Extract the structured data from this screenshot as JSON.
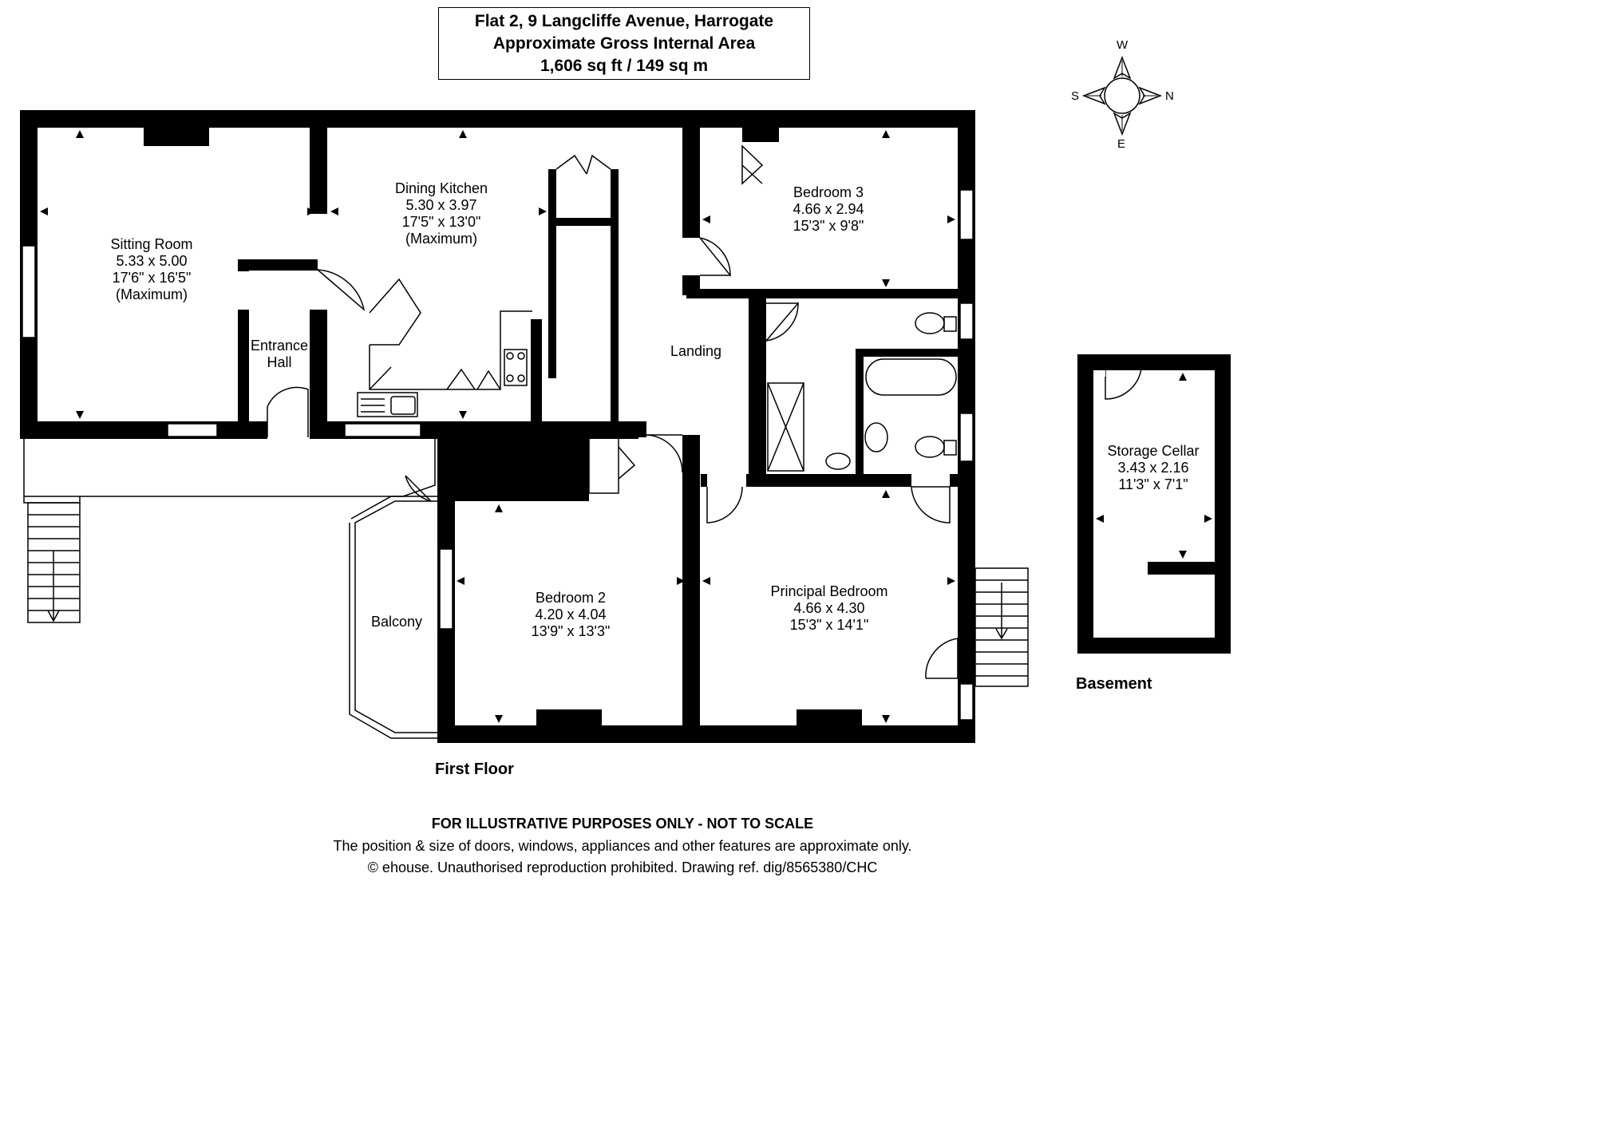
{
  "header": {
    "address": "Flat 2, 9 Langcliffe Avenue, Harrogate",
    "area_caption": "Approximate Gross Internal Area",
    "area_value": "1,606 sq ft / 149 sq m"
  },
  "compass": {
    "w": "W",
    "s": "S",
    "n": "N",
    "e": "E"
  },
  "rooms": {
    "sitting_room": {
      "name": "Sitting Room",
      "metric": "5.33 x 5.00",
      "imperial": "17'6\" x 16'5\"",
      "note": "(Maximum)"
    },
    "dining_kitchen": {
      "name": "Dining Kitchen",
      "metric": "5.30 x 3.97",
      "imperial": "17'5\" x 13'0\"",
      "note": "(Maximum)"
    },
    "bedroom_3": {
      "name": "Bedroom 3",
      "metric": "4.66 x 2.94",
      "imperial": "15'3\" x 9'8\""
    },
    "entrance_hall": {
      "line1": "Entrance",
      "line2": "Hall"
    },
    "landing": {
      "name": "Landing"
    },
    "bedroom_2": {
      "name": "Bedroom 2",
      "metric": "4.20 x 4.04",
      "imperial": "13'9\" x 13'3\""
    },
    "principal_bedroom": {
      "name": "Principal Bedroom",
      "metric": "4.66 x 4.30",
      "imperial": "15'3\" x 14'1\""
    },
    "balcony": {
      "name": "Balcony"
    },
    "storage_cellar": {
      "name": "Storage Cellar",
      "metric": "3.43 x 2.16",
      "imperial": "11'3\" x 7'1\""
    }
  },
  "floors": {
    "first": "First Floor",
    "basement": "Basement"
  },
  "footer": {
    "line1": "FOR ILLUSTRATIVE PURPOSES ONLY - NOT TO SCALE",
    "line2": "The position & size of doors, windows, appliances and other features are approximate only.",
    "line3": "© ehouse. Unauthorised reproduction prohibited. Drawing ref. dig/8565380/CHC"
  }
}
